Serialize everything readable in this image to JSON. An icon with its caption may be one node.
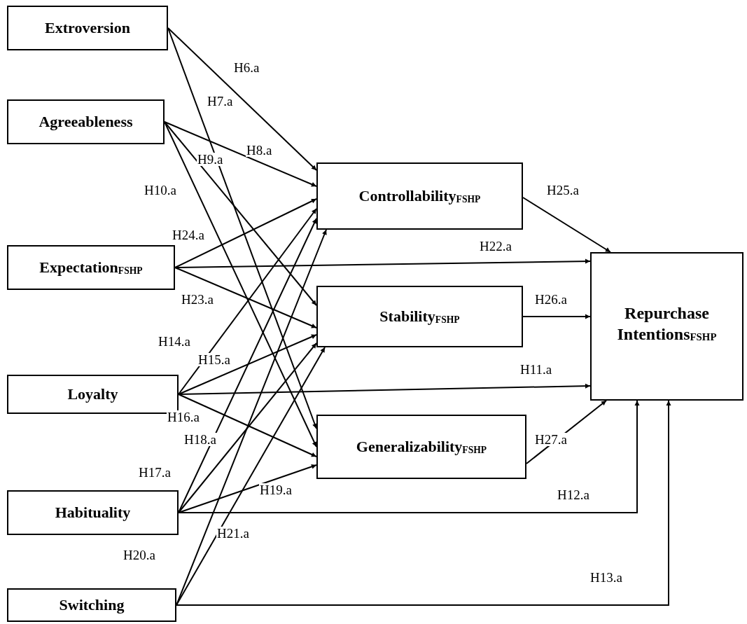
{
  "diagram": {
    "nodes": [
      {
        "text": [
          "Extroversion"
        ]
      },
      {
        "text": [
          "Agreeableness"
        ]
      },
      {
        "text": [
          "Expectation$_{FSHP}$"
        ]
      },
      {
        "text": [
          "Loyalty"
        ]
      },
      {
        "text": [
          "Habituality"
        ]
      },
      {
        "text": [
          "Switching"
        ]
      },
      {
        "text": [
          "Controllability$_{FSHP}$"
        ]
      },
      {
        "text": [
          "Stability$_{FSHP}$"
        ]
      },
      {
        "text": [
          "Generalizability$_{FSHP}$"
        ]
      },
      {
        "text": [
          "Repurchase Intentions$_{FSHP}$"
        ]
      }
    ],
    "edges": [
      {
        "from": 0,
        "to": 6,
        "arrow": "to",
        "label": "H6.a"
      },
      {
        "from": 0,
        "to": 8,
        "arrow": "to",
        "label": "H7.a"
      },
      {
        "from": 1,
        "to": 6,
        "arrow": "to",
        "label": "H8.a"
      },
      {
        "from": 1,
        "to": 7,
        "arrow": "to",
        "label": "H9.a"
      },
      {
        "from": 1,
        "to": 8,
        "arrow": "to",
        "label": "H10.a"
      },
      {
        "from": 2,
        "to": 6,
        "arrow": "to",
        "label": "H24.a"
      },
      {
        "from": 2,
        "to": 9,
        "arrow": "to",
        "label": "H22.a"
      },
      {
        "from": 2,
        "to": 7,
        "arrow": "to",
        "label": "H23.a"
      },
      {
        "from": 3,
        "to": 6,
        "arrow": "to",
        "label": "H14.a"
      },
      {
        "from": 3,
        "to": 7,
        "arrow": "to",
        "label": "H15.a"
      },
      {
        "from": 3,
        "to": 9,
        "arrow": "to",
        "label": "H11.a"
      },
      {
        "from": 3,
        "to": 8,
        "arrow": "to",
        "label": "H16.a"
      },
      {
        "from": 4,
        "to": 6,
        "arrow": "to",
        "label": "H17.a"
      },
      {
        "from": 4,
        "to": 7,
        "arrow": "to",
        "label": "H18.a"
      },
      {
        "from": 4,
        "to": 8,
        "arrow": "to",
        "label": "H19.a"
      },
      {
        "from": 4,
        "to": 9,
        "arrow": "to",
        "label": "H12.a"
      },
      {
        "from": 5,
        "to": 6,
        "arrow": "to",
        "label": "H20.a"
      },
      {
        "from": 5,
        "to": 7,
        "arrow": "to",
        "label": "H21.a"
      },
      {
        "from": 5,
        "to": 9,
        "arrow": "to",
        "label": "H13.a"
      },
      {
        "from": 6,
        "to": 9,
        "arrow": "to",
        "label": "H25.a"
      },
      {
        "from": 7,
        "to": 9,
        "arrow": "to",
        "label": "H26.a"
      },
      {
        "from": 8,
        "to": 9,
        "arrow": "to",
        "label": "H27.a"
      }
    ]
  }
}
